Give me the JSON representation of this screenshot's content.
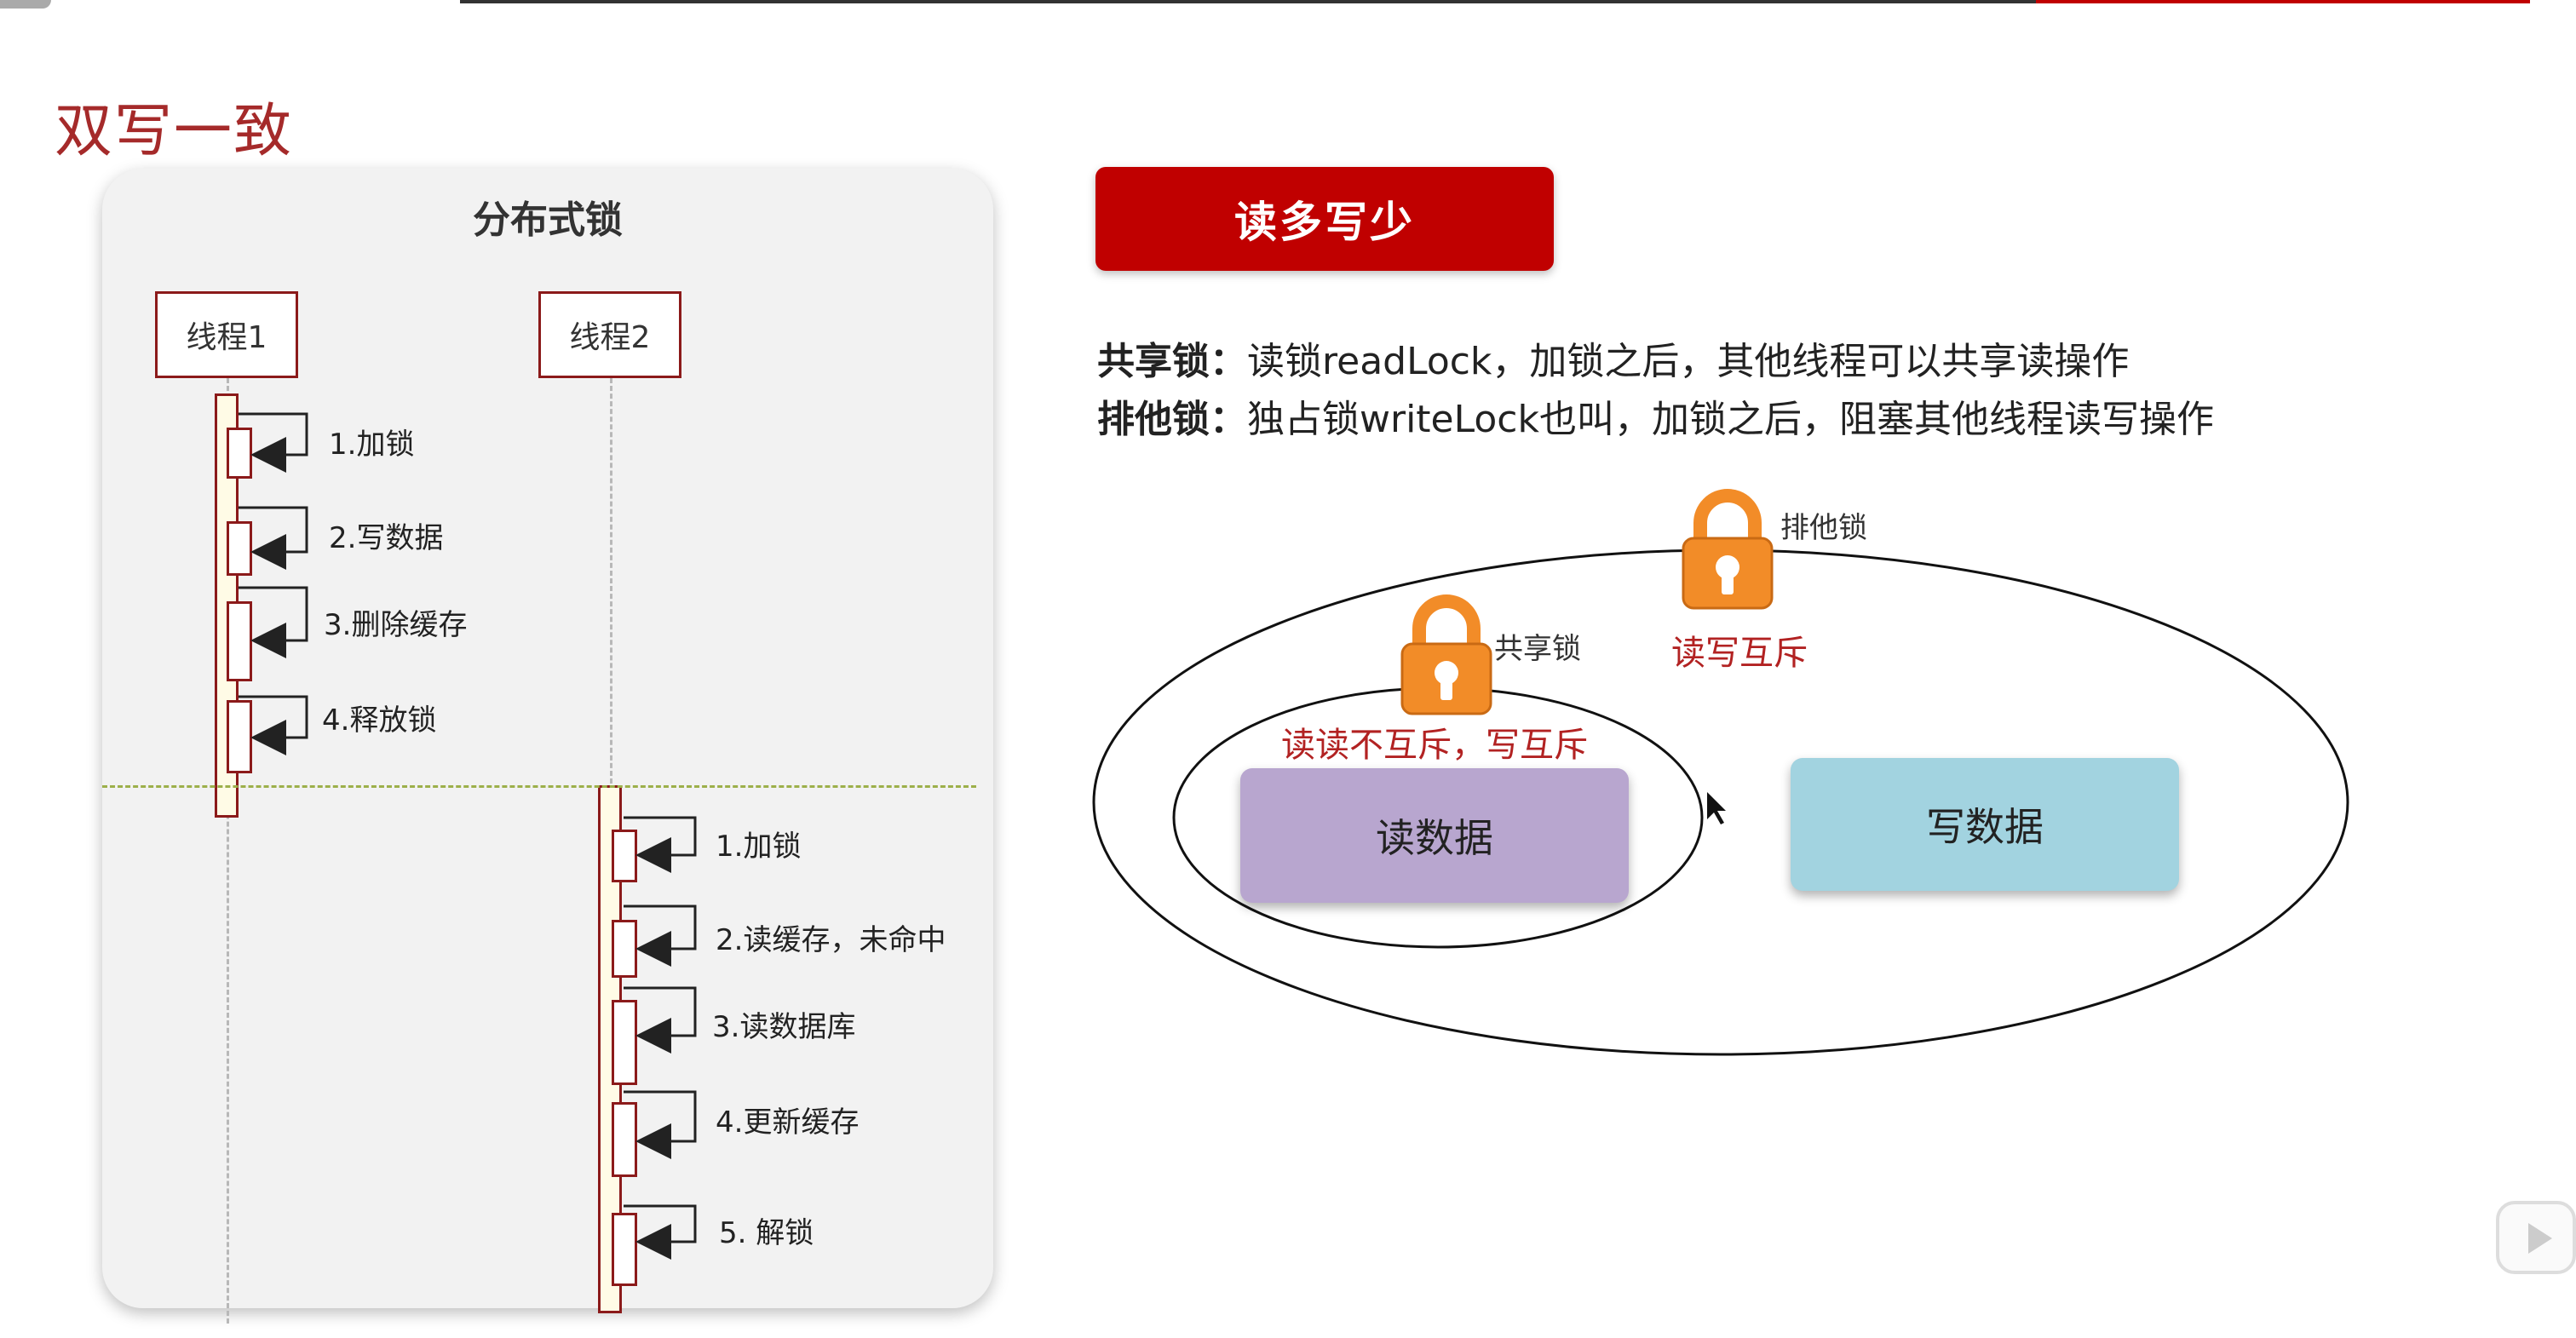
{
  "slide": {
    "title": "双写一致"
  },
  "left_panel": {
    "title": "分布式锁",
    "thread1": {
      "label": "线程1",
      "steps": [
        "1.加锁",
        "2.写数据",
        "3.删除缓存",
        "4.释放锁"
      ]
    },
    "thread2": {
      "label": "线程2",
      "steps": [
        "1.加锁",
        "2.读缓存，未命中",
        "3.读数据库",
        "4.更新缓存",
        "5. 解锁"
      ]
    }
  },
  "right_panel": {
    "banner": "读多写少",
    "shared_lock": {
      "term": "共享锁：",
      "desc": "读锁readLock，加锁之后，其他线程可以共享读操作"
    },
    "exclusive_lock": {
      "term": "排他锁：",
      "desc": "独占锁writeLock也叫，加锁之后，阻塞其他线程读写操作"
    },
    "diagram": {
      "outer_lock_label": "排他锁",
      "outer_rule": "读写互斥",
      "inner_lock_label": "共享锁",
      "inner_rule": "读读不互斥，写互斥",
      "read_box": "读数据",
      "write_box": "写数据"
    }
  },
  "colors": {
    "accent_red": "#c00000",
    "title_red": "#a52a2a",
    "lock_orange": "#f28c28",
    "read_box": "#b8a6cf",
    "write_box": "#a2d3e0"
  },
  "icons": [
    "lock-icon",
    "play-icon",
    "cursor-icon"
  ]
}
